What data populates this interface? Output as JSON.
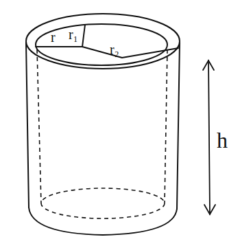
{
  "diagram": {
    "labels": [
      "r",
      "r₁",
      "r₂",
      "h"
    ]
  }
}
